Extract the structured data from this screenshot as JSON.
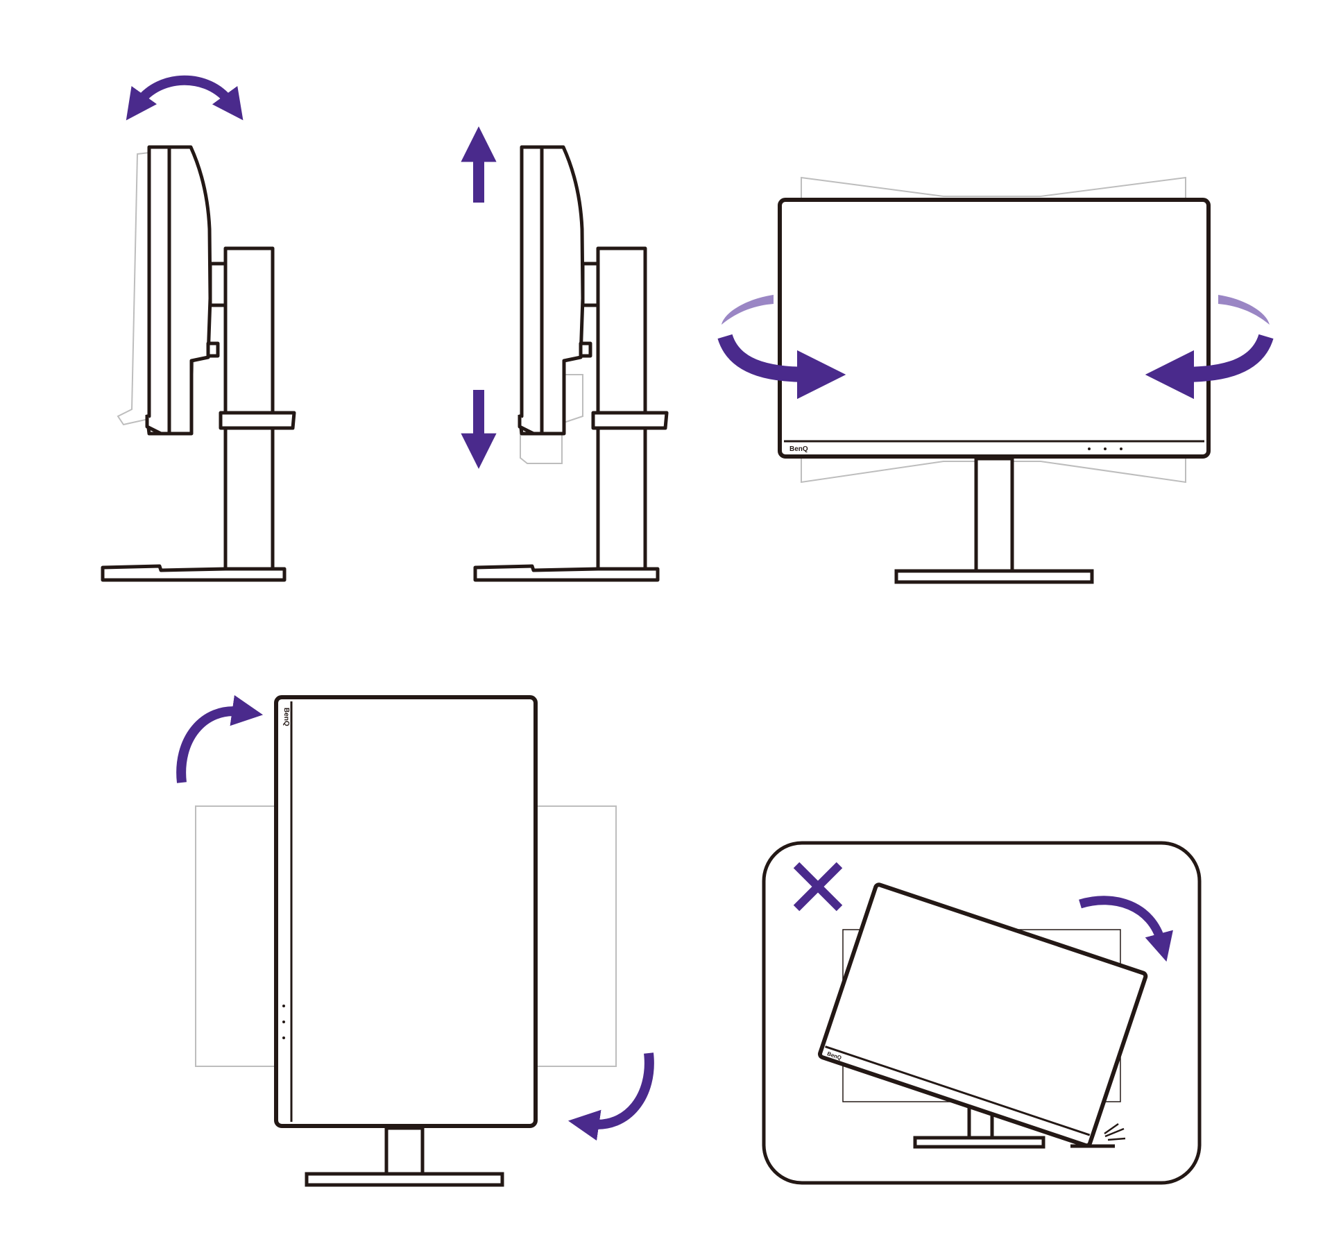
{
  "brand": {
    "logo_text": "BenQ"
  },
  "colors": {
    "outline": "#231815",
    "ghost": "#bdbdbd",
    "arrow": "#4a2a8c",
    "arrow_light": "#9a86c4",
    "background": "#ffffff"
  },
  "panels": [
    {
      "id": "tilt",
      "icon": "tilt-arrow-icon"
    },
    {
      "id": "height",
      "icon": "height-arrows-icon"
    },
    {
      "id": "swivel",
      "icon": "swivel-arrows-icon"
    },
    {
      "id": "pivot",
      "icon": "pivot-arrows-icon"
    },
    {
      "id": "pivot-warning",
      "icon": "cross-icon"
    }
  ]
}
